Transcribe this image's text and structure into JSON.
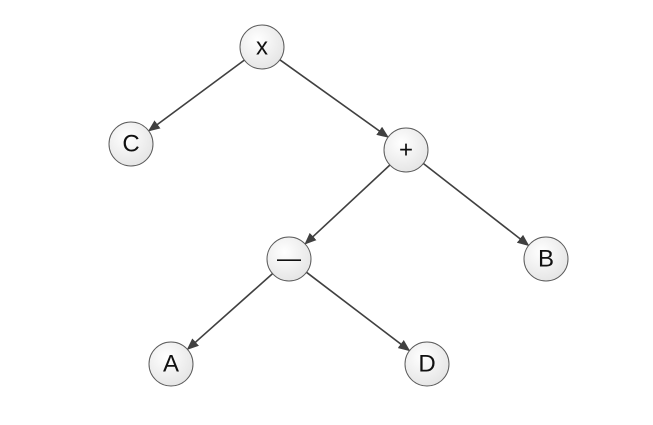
{
  "tree": {
    "nodes": [
      {
        "id": "times",
        "label": "x"
      },
      {
        "id": "c",
        "label": "C"
      },
      {
        "id": "plus",
        "label": "+"
      },
      {
        "id": "minus",
        "label": "—"
      },
      {
        "id": "b",
        "label": "B"
      },
      {
        "id": "a",
        "label": "A"
      },
      {
        "id": "d",
        "label": "D"
      }
    ],
    "edges": [
      {
        "from": "times",
        "to": "c"
      },
      {
        "from": "times",
        "to": "plus"
      },
      {
        "from": "plus",
        "to": "minus"
      },
      {
        "from": "plus",
        "to": "b"
      },
      {
        "from": "minus",
        "to": "a"
      },
      {
        "from": "minus",
        "to": "d"
      }
    ]
  },
  "colors": {
    "node_fill_light": "#ffffff",
    "node_fill_dark": "#e4e4e4",
    "node_stroke": "#5a5a5a",
    "edge": "#404040"
  }
}
